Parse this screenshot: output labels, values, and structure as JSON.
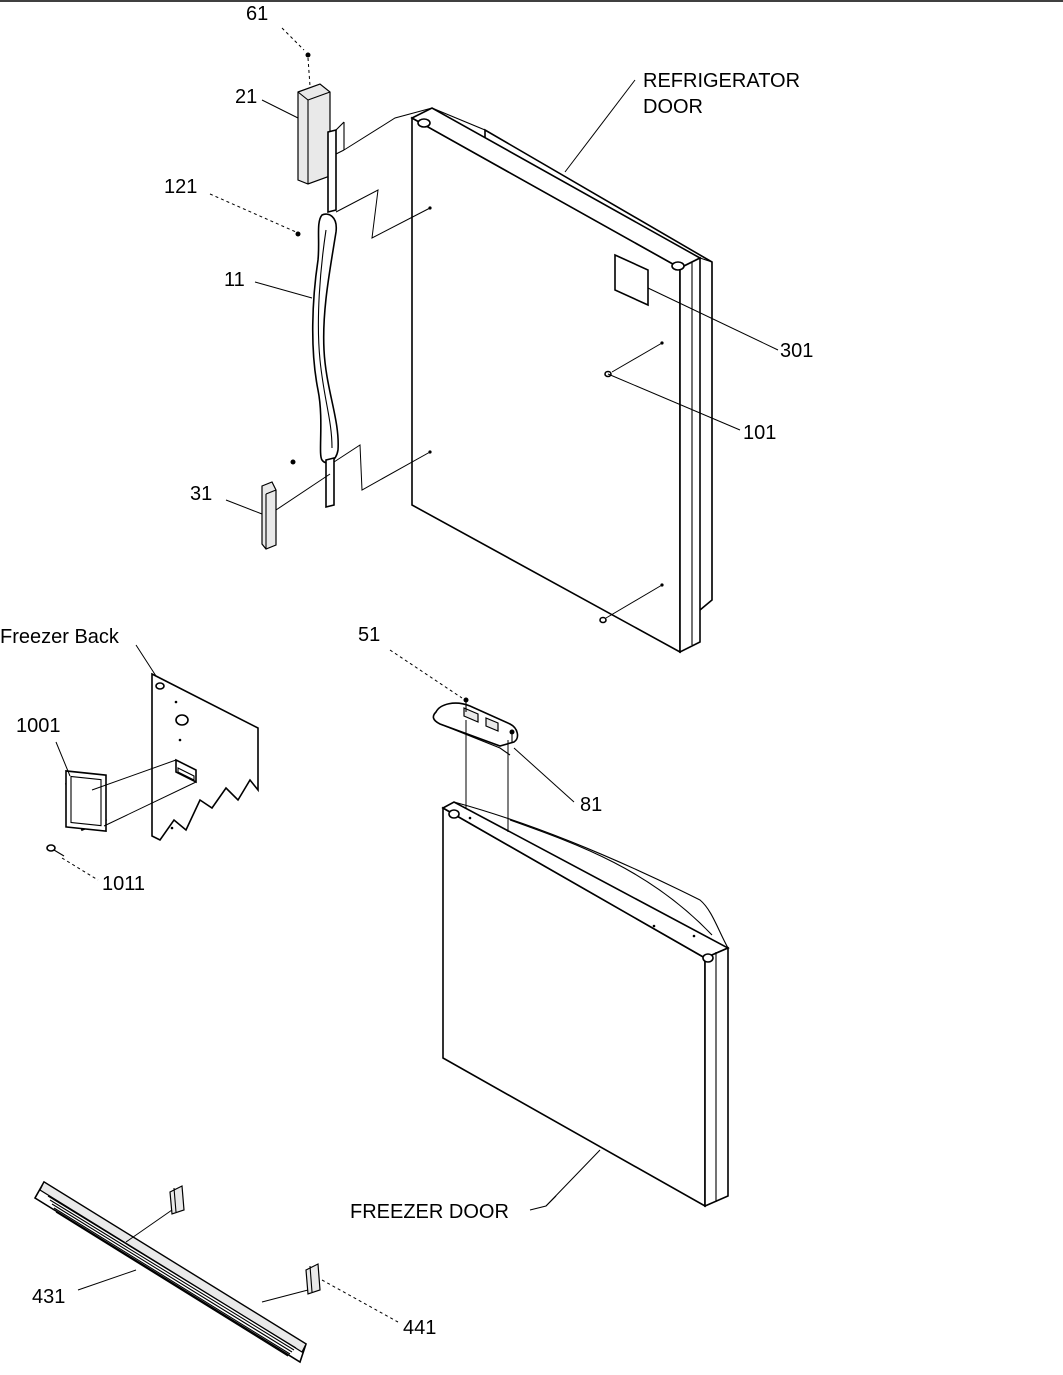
{
  "labels": {
    "l61": "61",
    "l21": "21",
    "l121": "121",
    "l11": "11",
    "l31": "31",
    "refrigerator_door_line1": "REFRIGERATOR",
    "refrigerator_door_line2": "DOOR",
    "l301": "301",
    "l101": "101",
    "freezer_back": "Freezer Back",
    "l1001": "1001",
    "l1011": "1011",
    "l51": "51",
    "l81": "81",
    "freezer_door": "FREEZER DOOR",
    "l431": "431",
    "l441": "441"
  }
}
